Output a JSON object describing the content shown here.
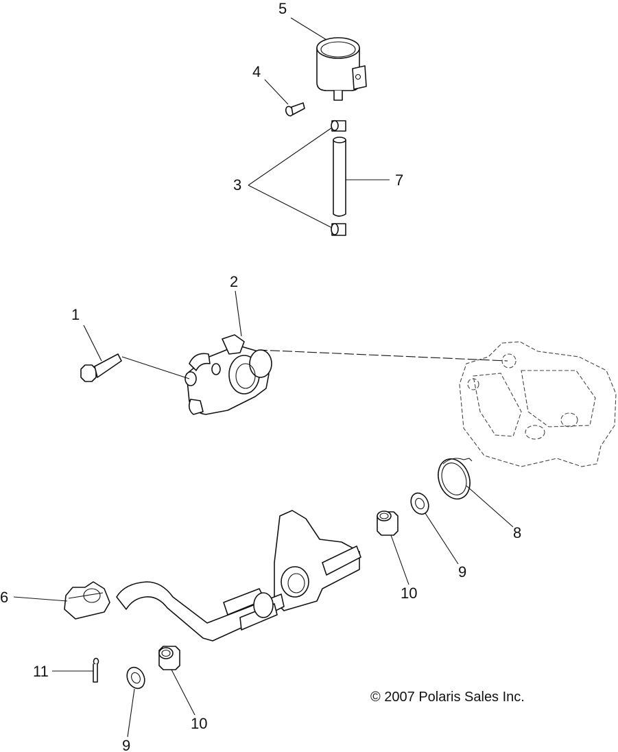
{
  "callouts": {
    "c1": "1",
    "c2": "2",
    "c3": "3",
    "c4": "4",
    "c5": "5",
    "c6": "6",
    "c7": "7",
    "c8": "8",
    "c9a": "9",
    "c9b": "9",
    "c10a": "10",
    "c10b": "10",
    "c11": "11"
  },
  "copyright": "© 2007 Polaris Sales Inc."
}
